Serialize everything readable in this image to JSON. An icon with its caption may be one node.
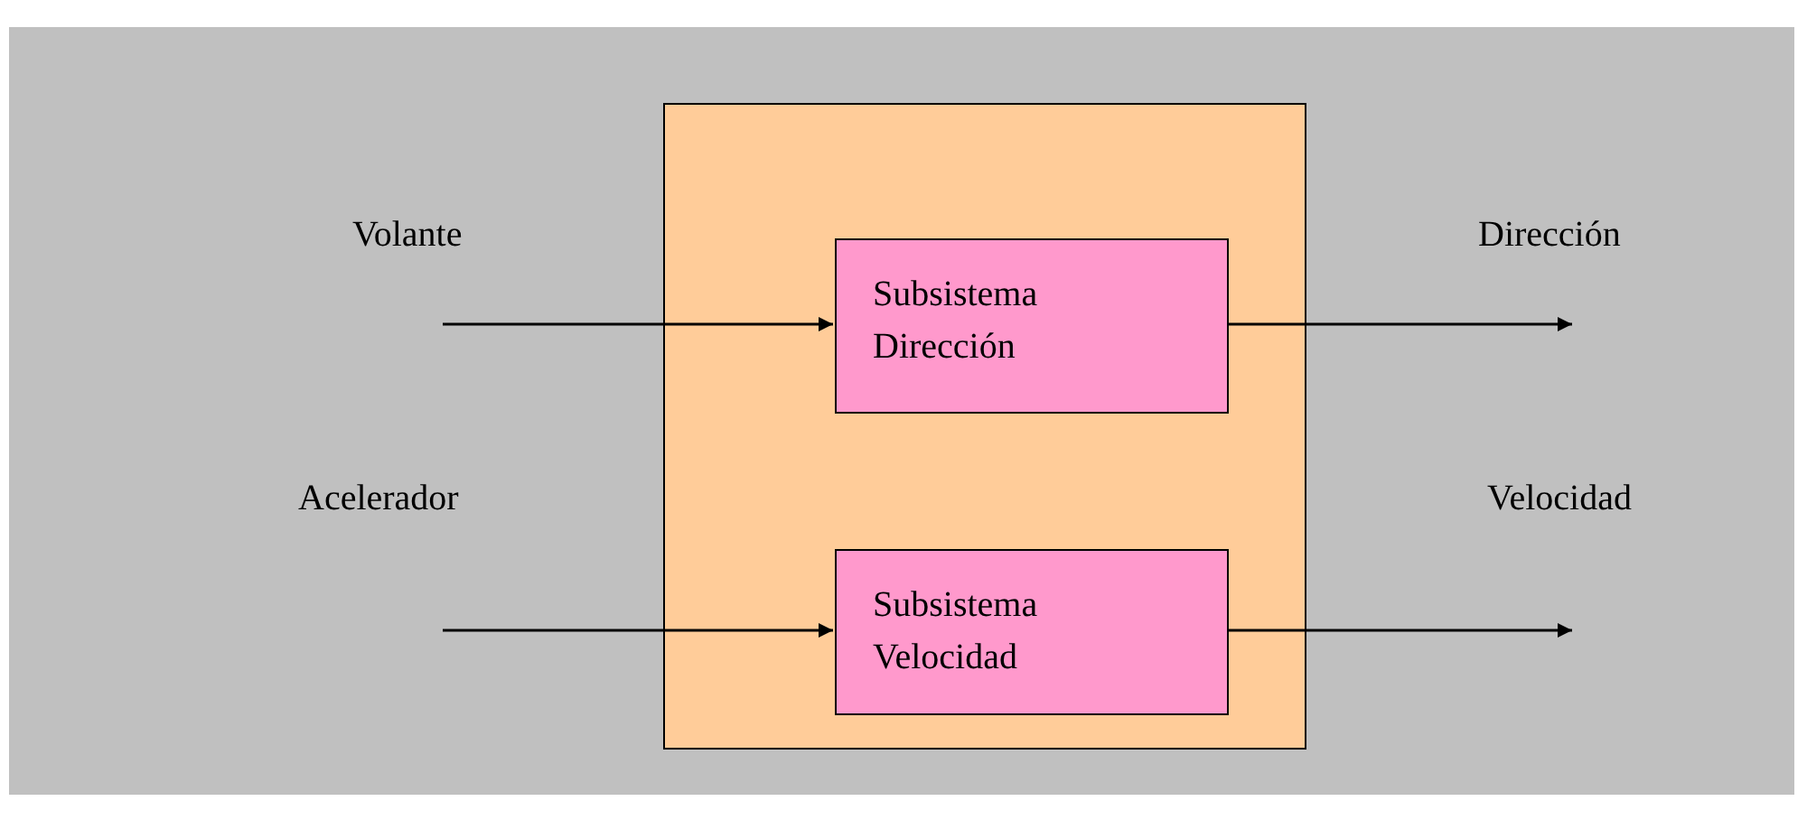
{
  "diagram": {
    "nodes": [
      {
        "text": [],
        "shape": "box"
      },
      {
        "text": [
          "Subsistema Dirección"
        ],
        "in": 0
      },
      {
        "text": [
          "Subsistema Velocidad"
        ],
        "in": 0
      }
    ],
    "edges": [
      {
        "from": null,
        "to": 1,
        "arrow": "to",
        "label": "Volante"
      },
      {
        "from": 1,
        "to": null,
        "arrow": "to",
        "label": "Dirección"
      },
      {
        "from": null,
        "to": 2,
        "arrow": "to",
        "label": "Acelerador"
      },
      {
        "from": 2,
        "to": null,
        "arrow": "to",
        "label": "Velocidad"
      }
    ]
  }
}
